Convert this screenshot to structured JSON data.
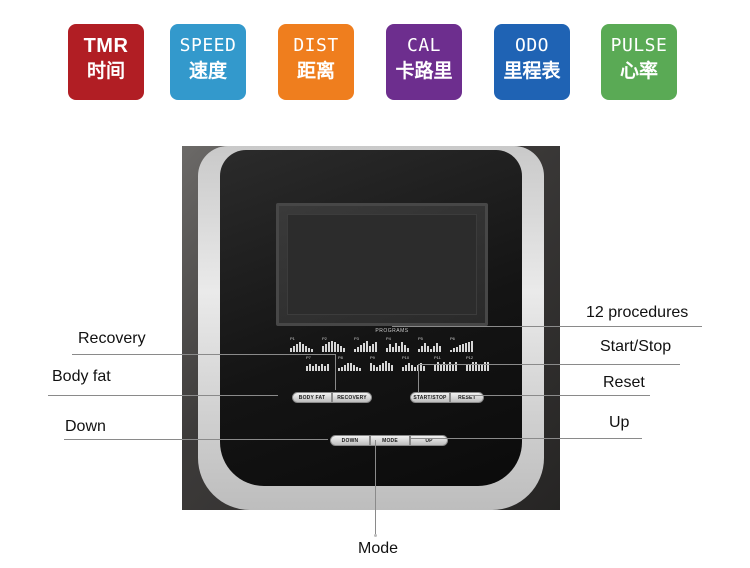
{
  "tiles": [
    {
      "en": "TMR",
      "zh": "时间",
      "color": "#b11e24"
    },
    {
      "en": "SPEED",
      "zh": "速度",
      "color": "#3399cc"
    },
    {
      "en": "DIST",
      "zh": "距离",
      "color": "#ef7e1e"
    },
    {
      "en": "CAL",
      "zh": "卡路里",
      "color": "#6d2e8e"
    },
    {
      "en": "ODO",
      "zh": "里程表",
      "color": "#1f63b4"
    },
    {
      "en": "PULSE",
      "zh": "心率",
      "color": "#5aaa55"
    }
  ],
  "console": {
    "programs_label": "PROGRAMS",
    "programs": [
      "P1",
      "P2",
      "P3",
      "P4",
      "P5",
      "P6",
      "P7",
      "P8",
      "P9",
      "P10",
      "P11",
      "P12"
    ],
    "buttons": {
      "body_fat": "BODY FAT",
      "recovery": "RECOVERY",
      "start_stop": "START/STOP",
      "reset": "RESET",
      "down": "DOWN",
      "mode": "MODE",
      "up": "UP"
    }
  },
  "callouts": {
    "recovery": "Recovery",
    "body_fat": "Body fat",
    "down": "Down",
    "procedures": "12 procedures",
    "start_stop": "Start/Stop",
    "reset": "Reset",
    "up": "Up",
    "mode": "Mode"
  }
}
